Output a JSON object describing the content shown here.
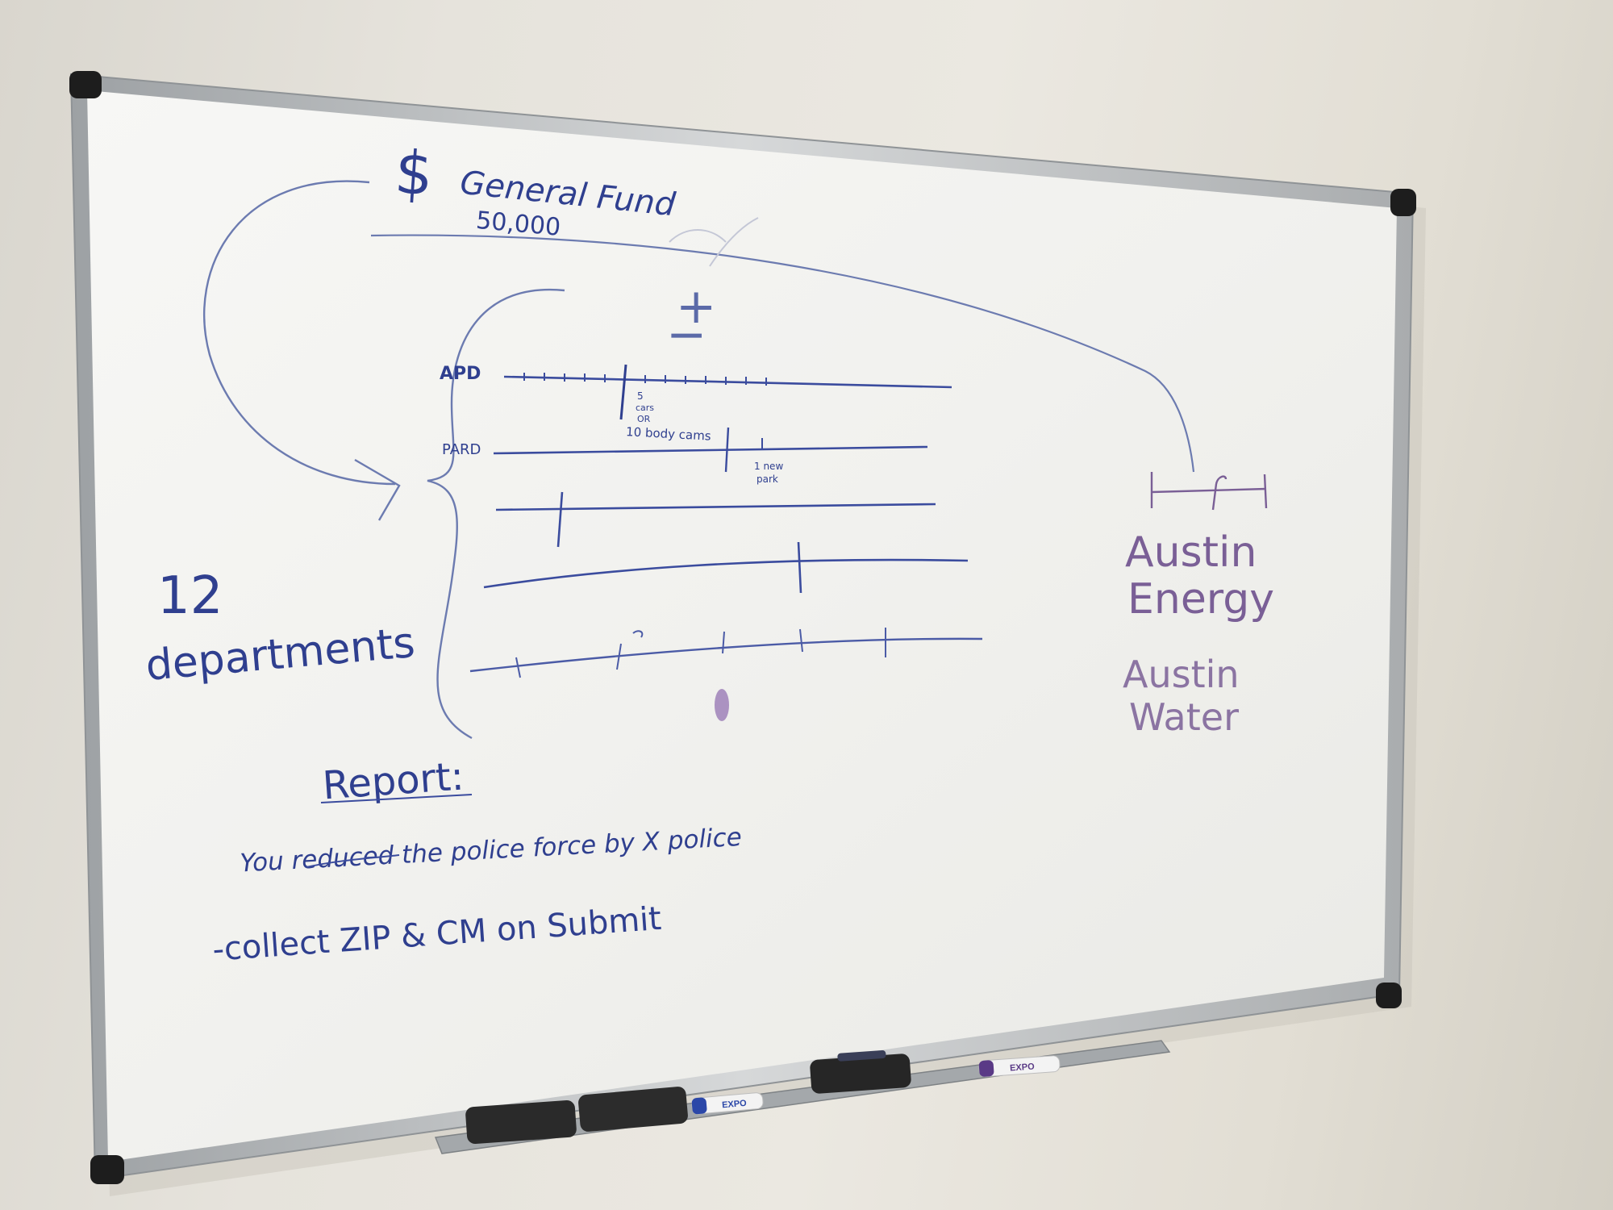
{
  "whiteboard": {
    "top": {
      "symbol": "$",
      "title": "General Fund",
      "amount": "50,000",
      "plus": "+",
      "minus": "−"
    },
    "departments": {
      "labels": [
        "APD",
        "PARD"
      ],
      "apd_note": [
        "5",
        "cars",
        "OR",
        "10 body cams"
      ],
      "pard_note": [
        "1 new",
        "park"
      ]
    },
    "left_note": {
      "count": "12",
      "label": "departments"
    },
    "utilities": {
      "energy_line1": "Austin",
      "energy_line2": "Energy",
      "water_line1": "Austin",
      "water_line2": "Water"
    },
    "report": {
      "heading": "Report:",
      "line1": "You reduced the police force by X police",
      "line2": "-collect ZIP & CM on Submit"
    }
  },
  "markers": {
    "blue_brand": "EXPO",
    "purple_brand": "EXPO"
  },
  "colors": {
    "ink_blue": "#2f3f8f",
    "ink_purple": "#7a5f96",
    "board": "#f4f4f1",
    "frame": "#b8bbbd"
  }
}
